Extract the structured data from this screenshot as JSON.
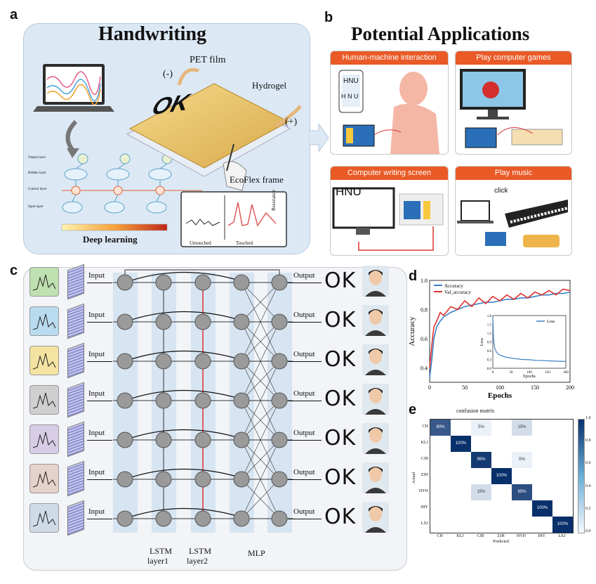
{
  "panel_a": {
    "letter": "a",
    "title": "Handwriting",
    "labels": {
      "pet_film": "PET film",
      "hydrogel": "Hydrogel",
      "minus": "(-)",
      "plus": "(+)",
      "ecoflex": "EcoFlex frame",
      "ok_text": "OK",
      "deep_learning": "Deep learning",
      "untouched": "Untouched",
      "touched": "Touched",
      "resistance": "Resistance",
      "layer_output": "Output layer",
      "layer_hidden": "Hidden layer",
      "layer_control": "Control layer",
      "layer_input": "Input layer"
    }
  },
  "panel_b": {
    "letter": "b",
    "title": "Potential Applications",
    "apps": [
      {
        "title": "Human-machine interaction"
      },
      {
        "title": "Play computer games"
      },
      {
        "title": "Computer writing screen"
      },
      {
        "title": "Play music"
      }
    ],
    "screen_text": "HNU",
    "phone_text_1": "HNU",
    "phone_text_2": "H N U",
    "click": "click"
  },
  "panel_c": {
    "letter": "c",
    "rows": [
      {
        "input": "Input",
        "output": "Output",
        "ok": "OK",
        "color": "#bfe0b0"
      },
      {
        "input": "Input",
        "output": "Output",
        "ok": "OK",
        "color": "#b9dbef"
      },
      {
        "input": "Input",
        "output": "Output",
        "ok": "OK",
        "color": "#f5e3a1"
      },
      {
        "input": "Input",
        "output": "Output",
        "ok": "OK",
        "color": "#cfcfcf"
      },
      {
        "input": "Input",
        "output": "Output",
        "ok": "OK",
        "color": "#d8cde6"
      },
      {
        "input": "Input",
        "output": "Output",
        "ok": "OK",
        "color": "#e6d2cc"
      },
      {
        "input": "Input",
        "output": "Output",
        "ok": "OK",
        "color": "#cfdce8"
      }
    ],
    "layer_labels": {
      "lstm1_line1": "LSTM",
      "lstm1_line2": "layer1",
      "lstm2_line1": "LSTM",
      "lstm2_line2": "layer2",
      "mlp": "MLP"
    }
  },
  "panel_d": {
    "letter": "d",
    "chart_data": {
      "type": "line",
      "xlabel": "Epochs",
      "ylabel": "Accuracy",
      "xlim": [
        0,
        200
      ],
      "ylim": [
        0.3,
        1.0
      ],
      "xticks": [
        0,
        50,
        100,
        150,
        200
      ],
      "yticks": [
        0.4,
        0.6,
        0.8,
        1.0
      ],
      "legend_position": "top-left",
      "series": [
        {
          "name": "Accuracy",
          "color": "#3b7fc4",
          "x": [
            0,
            3,
            6,
            10,
            15,
            20,
            30,
            40,
            50,
            60,
            70,
            80,
            90,
            100,
            110,
            120,
            130,
            140,
            150,
            160,
            170,
            180,
            190,
            200
          ],
          "values": [
            0.33,
            0.45,
            0.6,
            0.68,
            0.72,
            0.75,
            0.78,
            0.8,
            0.82,
            0.83,
            0.84,
            0.85,
            0.85,
            0.86,
            0.87,
            0.87,
            0.88,
            0.88,
            0.89,
            0.9,
            0.9,
            0.91,
            0.91,
            0.92
          ]
        },
        {
          "name": "Val_accuracy",
          "color": "#e0332f",
          "x": [
            0,
            3,
            6,
            10,
            15,
            20,
            30,
            40,
            50,
            60,
            70,
            80,
            90,
            100,
            110,
            120,
            130,
            140,
            150,
            160,
            170,
            180,
            190,
            200
          ],
          "values": [
            0.4,
            0.55,
            0.68,
            0.72,
            0.78,
            0.76,
            0.82,
            0.8,
            0.86,
            0.82,
            0.88,
            0.84,
            0.89,
            0.86,
            0.9,
            0.87,
            0.91,
            0.88,
            0.92,
            0.9,
            0.93,
            0.9,
            0.94,
            0.93
          ]
        }
      ],
      "inset": {
        "type": "line",
        "xlabel": "Epochs",
        "ylabel": "Loss",
        "xlim": [
          0,
          200
        ],
        "ylim": [
          0.0,
          1.8
        ],
        "xticks": [
          0,
          50,
          100,
          150,
          200
        ],
        "yticks": [
          0.0,
          0.3,
          0.6,
          0.9,
          1.2,
          1.5,
          1.8
        ],
        "series": [
          {
            "name": "Loss",
            "color": "#3b7fc4",
            "x": [
              0,
              2,
              5,
              10,
              15,
              20,
              30,
              40,
              50,
              60,
              80,
              100,
              120,
              140,
              160,
              180,
              200
            ],
            "values": [
              1.75,
              1.0,
              0.7,
              0.55,
              0.48,
              0.45,
              0.4,
              0.37,
              0.35,
              0.33,
              0.3,
              0.29,
              0.27,
              0.26,
              0.25,
              0.24,
              0.23
            ]
          }
        ]
      }
    }
  },
  "panel_e": {
    "letter": "e",
    "chart_data": {
      "type": "heatmap",
      "title": "confusion matrix",
      "xlabel": "Predicted",
      "ylabel": "Actual",
      "rows": [
        "CH",
        "KLJ",
        "CJB",
        "ZJH",
        "HYH",
        "JHY",
        "LXJ"
      ],
      "columns": [
        "CH",
        "KLJ",
        "CJB",
        "ZJH",
        "HYH",
        "JHY",
        "LXJ"
      ],
      "matrix": [
        [
          80,
          0,
          5,
          0,
          15,
          0,
          0
        ],
        [
          0,
          100,
          0,
          0,
          0,
          0,
          0
        ],
        [
          0,
          0,
          95,
          0,
          5,
          0,
          0
        ],
        [
          0,
          0,
          0,
          100,
          0,
          0,
          0
        ],
        [
          0,
          0,
          15,
          0,
          85,
          0,
          0
        ],
        [
          0,
          0,
          0,
          0,
          0,
          100,
          0
        ],
        [
          0,
          0,
          0,
          0,
          0,
          0,
          100
        ]
      ],
      "colorbar_ticks": [
        "0.0",
        "0.2",
        "0.4",
        "0.6",
        "0.8",
        "1.0"
      ]
    }
  }
}
